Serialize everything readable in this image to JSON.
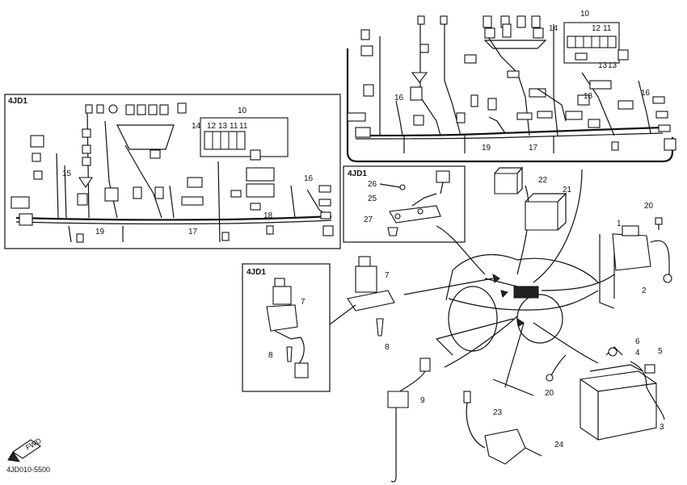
{
  "diagram": {
    "drawing_code": "4JD010-5500",
    "fwd_label": "FWD",
    "panels": [
      {
        "id": "panel-main-harness-left",
        "tag": "4JD1"
      },
      {
        "id": "panel-bracket",
        "tag": "4JD1"
      },
      {
        "id": "panel-main-switch-left",
        "tag": "4JD1"
      }
    ],
    "callouts": [
      {
        "id": "c1",
        "label": "1"
      },
      {
        "id": "c2",
        "label": "2"
      },
      {
        "id": "c3",
        "label": "3"
      },
      {
        "id": "c4",
        "label": "4"
      },
      {
        "id": "c5",
        "label": "5"
      },
      {
        "id": "c6",
        "label": "6"
      },
      {
        "id": "c7a",
        "label": "7"
      },
      {
        "id": "c7b",
        "label": "7"
      },
      {
        "id": "c8a",
        "label": "8"
      },
      {
        "id": "c8b",
        "label": "8"
      },
      {
        "id": "c9",
        "label": "9"
      },
      {
        "id": "c10a",
        "label": "10"
      },
      {
        "id": "c10b",
        "label": "10"
      },
      {
        "id": "c11a",
        "label": "11"
      },
      {
        "id": "c11b",
        "label": "11"
      },
      {
        "id": "c11c",
        "label": "11"
      },
      {
        "id": "c12a",
        "label": "12"
      },
      {
        "id": "c12b",
        "label": "12"
      },
      {
        "id": "c13a",
        "label": "13"
      },
      {
        "id": "c13b",
        "label": "13"
      },
      {
        "id": "c13c",
        "label": "13"
      },
      {
        "id": "c14a",
        "label": "14"
      },
      {
        "id": "c14b",
        "label": "14"
      },
      {
        "id": "c15",
        "label": "15"
      },
      {
        "id": "c16a",
        "label": "16"
      },
      {
        "id": "c16b",
        "label": "16"
      },
      {
        "id": "c16c",
        "label": "16"
      },
      {
        "id": "c17a",
        "label": "17"
      },
      {
        "id": "c17b",
        "label": "17"
      },
      {
        "id": "c18a",
        "label": "18"
      },
      {
        "id": "c18b",
        "label": "18"
      },
      {
        "id": "c19a",
        "label": "19"
      },
      {
        "id": "c19b",
        "label": "19"
      },
      {
        "id": "c20a",
        "label": "20"
      },
      {
        "id": "c20b",
        "label": "20"
      },
      {
        "id": "c21",
        "label": "21"
      },
      {
        "id": "c22",
        "label": "22"
      },
      {
        "id": "c23",
        "label": "23"
      },
      {
        "id": "c24",
        "label": "24"
      },
      {
        "id": "c25",
        "label": "25"
      },
      {
        "id": "c26",
        "label": "26"
      },
      {
        "id": "c27",
        "label": "27"
      }
    ]
  }
}
